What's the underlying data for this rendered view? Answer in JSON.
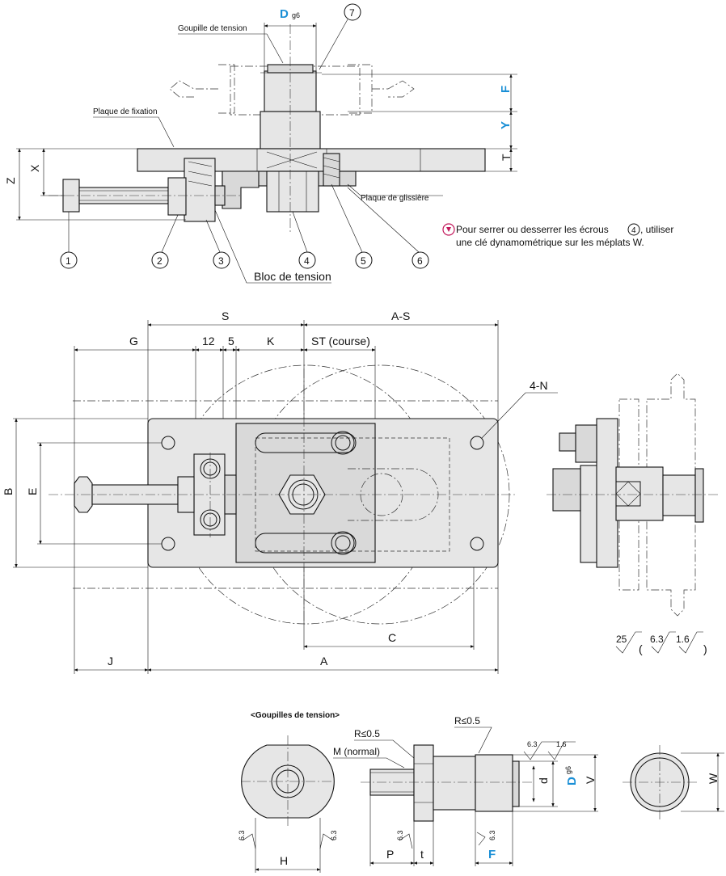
{
  "callouts": {
    "c1": "1",
    "c2": "2",
    "c3": "3",
    "c4": "4",
    "c5": "5",
    "c6": "6",
    "c7": "7"
  },
  "top_view": {
    "pin_label": "Goupille de tension",
    "fixing_plate_label": "Plaque de fixation",
    "slide_plate_label": "Plaque de glissière",
    "tension_block_label": "Bloc de tension",
    "dim_D": "D",
    "dim_D_sub": "g6",
    "dim_F": "F",
    "dim_Y": "Y",
    "dim_T": "T",
    "dim_Z": "Z",
    "dim_X": "X"
  },
  "note": {
    "line1": "Pour serrer ou desserrer les écrous",
    "ref": "4",
    "line1_end": ", utiliser",
    "line2": "une clé dynamométrique sur les méplats W."
  },
  "plan_view": {
    "dim_S": "S",
    "dim_AS": "A-S",
    "dim_G": "G",
    "dim_12": "12",
    "dim_5": "5",
    "dim_K": "K",
    "dim_ST": "ST (course)",
    "dim_4N": "4-N",
    "dim_B": "B",
    "dim_E": "E",
    "dim_C": "C",
    "dim_J": "J",
    "dim_A": "A"
  },
  "roughness": {
    "main": "25",
    "paren_open": "(",
    "r1": "6.3",
    "r2": "1.6",
    "paren_close": ")"
  },
  "pins": {
    "title": "<Goupilles de tension>",
    "r_left": "R≤0.5",
    "r_right": "R≤0.5",
    "m_label": "M (normal)",
    "rough_63": "6.3",
    "rough_16": "1.6",
    "dim_d": "d",
    "dim_D": "D",
    "dim_D_sub": "g6",
    "dim_V": "V",
    "dim_W": "W",
    "dim_H": "H",
    "dim_P": "P",
    "dim_t": "t",
    "dim_F": "F",
    "r_small_1": "6.3",
    "r_small_2": "6.3",
    "r_small_3": "6.3",
    "r_small_4": "6.3"
  }
}
